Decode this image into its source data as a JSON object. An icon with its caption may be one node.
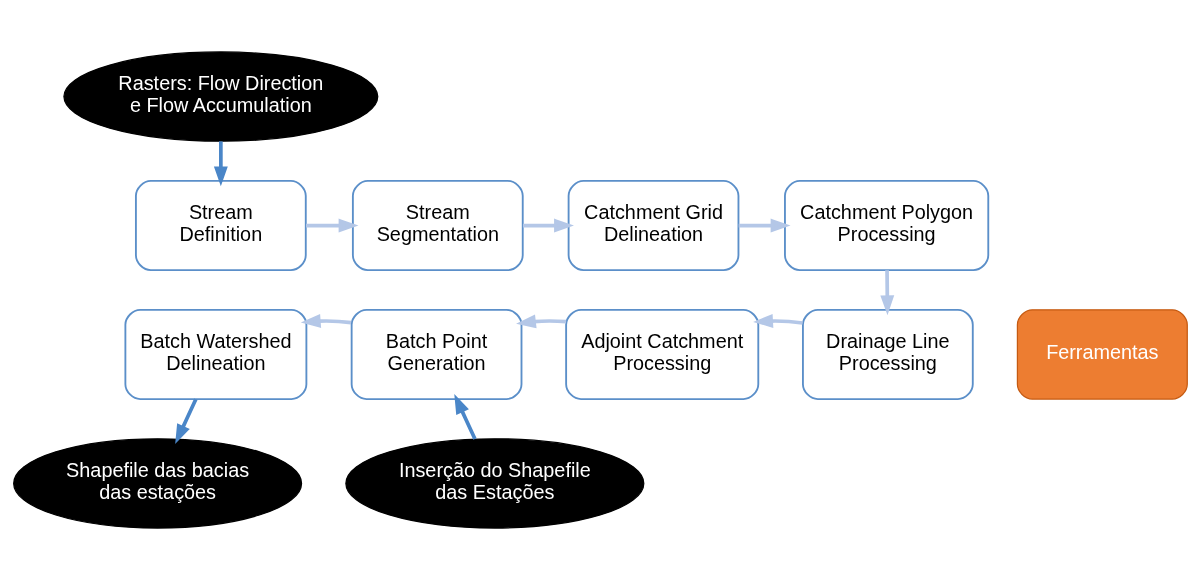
{
  "diagram": {
    "nodes": [
      {
        "text": [
          "Rasters: Flow Direction e Flow Accumulation"
        ]
      },
      {
        "text": [
          "Stream Definition"
        ]
      },
      {
        "text": [
          "Stream Segmentation"
        ]
      },
      {
        "text": [
          "Catchment Grid Delineation"
        ]
      },
      {
        "text": [
          "Catchment Polygon Processing"
        ]
      },
      {
        "text": [
          "Drainage Line Processing"
        ]
      },
      {
        "text": [
          "Adjoint Catchment Processing"
        ]
      },
      {
        "text": [
          "Batch Point Generation"
        ]
      },
      {
        "text": [
          "Batch Watershed Delineation"
        ]
      },
      {
        "text": [
          "Shapefile das bacias das estações"
        ]
      },
      {
        "text": [
          "Inserção do Shapefile das Estações"
        ]
      },
      {
        "text": [
          "Ferramentas"
        ]
      }
    ],
    "edges": [
      {
        "from": 0,
        "to": 1,
        "arrow": "to",
        "color": "#4a86c8"
      },
      {
        "from": 1,
        "to": 2,
        "arrow": "to"
      },
      {
        "from": 2,
        "to": 3,
        "arrow": "to"
      },
      {
        "from": 3,
        "to": 4,
        "arrow": "to"
      },
      {
        "from": 4,
        "to": 5,
        "arrow": "to"
      },
      {
        "from": 5,
        "to": 6,
        "arrow": "to"
      },
      {
        "from": 6,
        "to": 7,
        "arrow": "to"
      },
      {
        "from": 7,
        "to": 8,
        "arrow": "to"
      },
      {
        "from": 8,
        "to": 9,
        "arrow": "to",
        "color": "#4a86c8"
      },
      {
        "from": 10,
        "to": 7,
        "arrow": "to",
        "color": "#4a86c8"
      }
    ]
  }
}
